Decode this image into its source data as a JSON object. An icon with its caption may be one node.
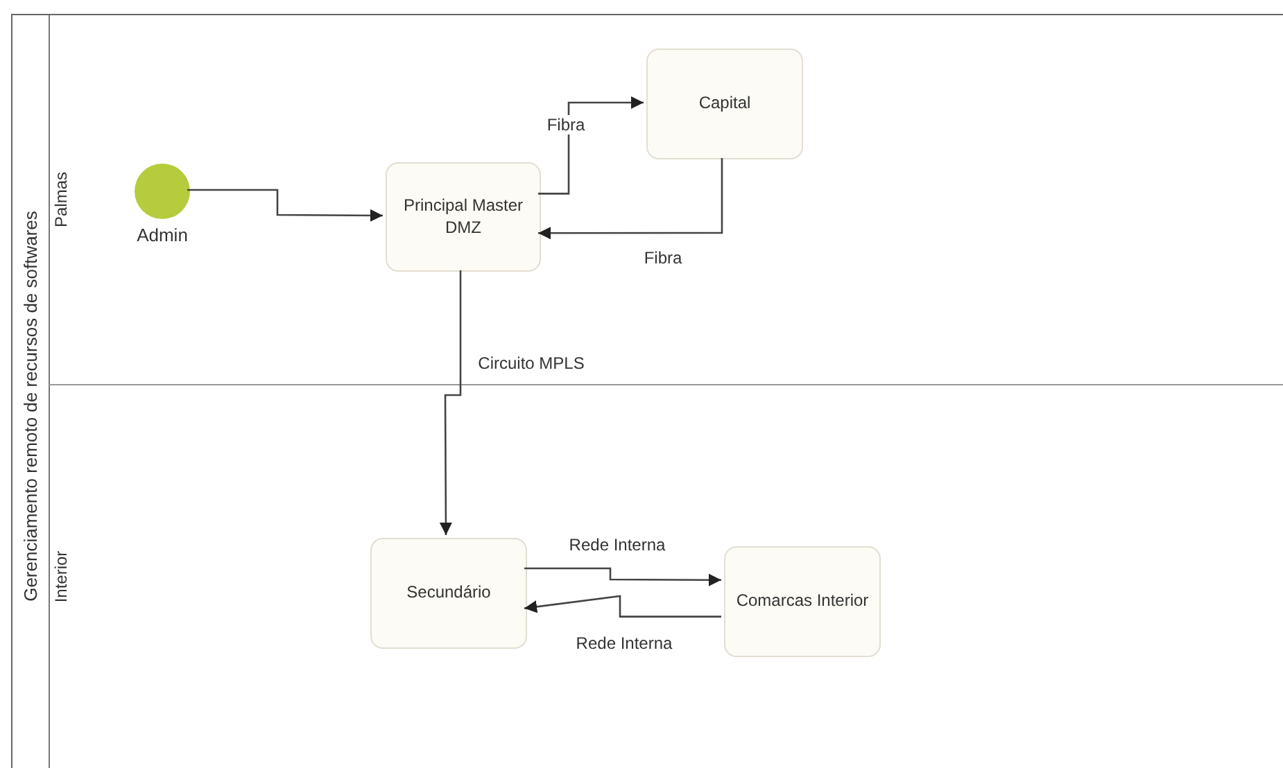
{
  "diagram": {
    "nodes": [
      {
        "text": [
          "Gerenciamento remoto de recursos de softwares"
        ]
      },
      {
        "text": [
          "Palmas"
        ],
        "in": 0
      },
      {
        "text": [
          "Interior"
        ],
        "in": 0
      },
      {
        "text": [],
        "shape": "circle",
        "beside": [
          "Admin"
        ],
        "in": 1
      },
      {
        "text": [
          "Principal Master DMZ"
        ],
        "in": 1
      },
      {
        "text": [
          "Capital"
        ],
        "in": 1
      },
      {
        "text": [
          "Secundário"
        ],
        "in": 2
      },
      {
        "text": [
          "Comarcas Interior"
        ],
        "in": 2
      }
    ],
    "edges": [
      {
        "from": 3,
        "to": 4,
        "arrow": "to"
      },
      {
        "from": 4,
        "to": 5,
        "arrow": "to",
        "label": "Fibra"
      },
      {
        "from": 5,
        "to": 4,
        "arrow": "to",
        "label": "Fibra"
      },
      {
        "from": 4,
        "to": 6,
        "arrow": "to",
        "label": "Circuito MPLS"
      },
      {
        "from": 6,
        "to": 7,
        "arrow": "to",
        "label": "Rede Interna"
      },
      {
        "from": 7,
        "to": 6,
        "arrow": "to",
        "label": "Rede Interna"
      }
    ]
  }
}
